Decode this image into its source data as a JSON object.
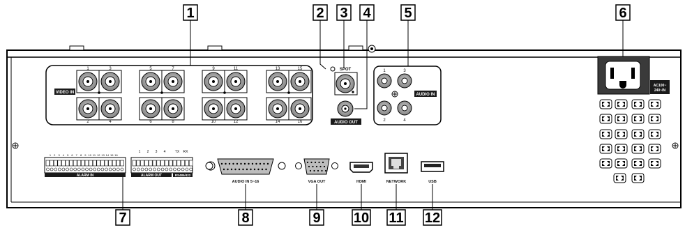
{
  "callouts": [
    "1",
    "2",
    "3",
    "4",
    "5",
    "6",
    "7",
    "8",
    "9",
    "10",
    "11",
    "12"
  ],
  "video_in": {
    "label": "VIDEO IN",
    "top_numbers": [
      "1",
      "3",
      "5",
      "7",
      "9",
      "11",
      "13",
      "15"
    ],
    "bottom_numbers": [
      "2",
      "4",
      "6",
      "8",
      "10",
      "12",
      "14",
      "16"
    ]
  },
  "spot_label": "SPOT",
  "audio_out_label": "AUDIO OUT",
  "audio_in": {
    "label": "AUDIO IN",
    "top_numbers": [
      "1",
      "3"
    ],
    "bottom_numbers": [
      "2",
      "4"
    ]
  },
  "power": {
    "rating": [
      "AC100~",
      "240~IN"
    ]
  },
  "alarm_in": {
    "label": "ALARM IN",
    "numbers": [
      "1",
      "2",
      "3",
      "4",
      "5",
      "6",
      "7",
      "8",
      "9",
      "10",
      "11",
      "12",
      "13",
      "14",
      "15",
      "16"
    ]
  },
  "alarm_out": {
    "label": "ALARM OUT",
    "numbers": [
      "1",
      "2",
      "3",
      "4"
    ],
    "tx": "TX",
    "rx": "RX"
  },
  "rs485_label": "RS485/422",
  "audio_in_5_16_label": "AUDIO IN 5~16",
  "vga_out_label": "VGA OUT",
  "hdmi_label": "HDMI",
  "network_label": "NETWORK",
  "usb_label": "USB",
  "colors": {
    "line": "#000000",
    "metal": "#6d6d6d",
    "panel_bg": "#ffffff",
    "label_bg": "#1a1a1a"
  }
}
